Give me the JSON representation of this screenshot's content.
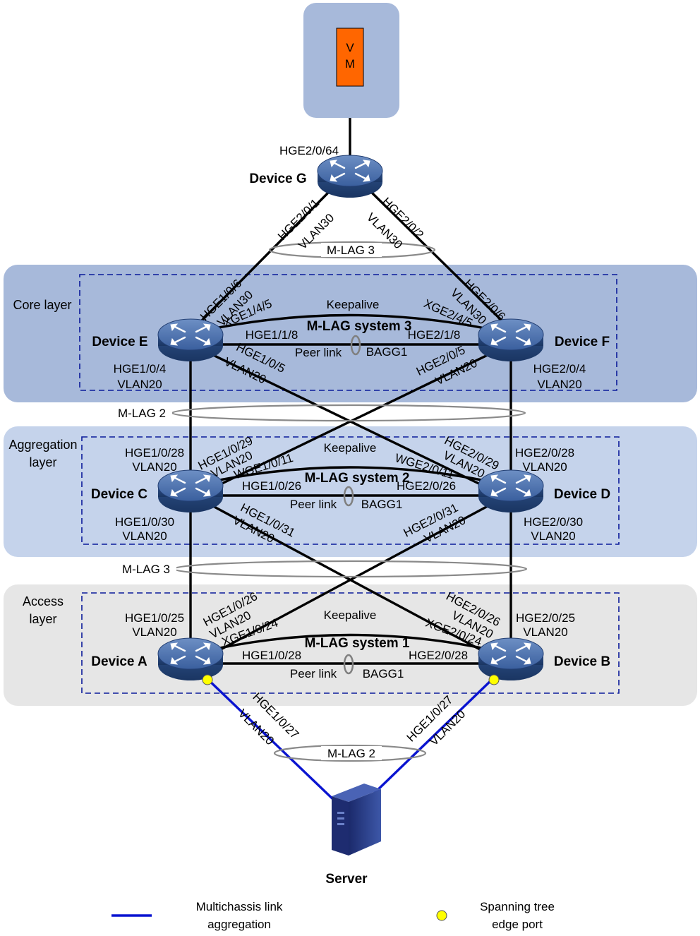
{
  "vm": {
    "label_1": "V",
    "label_2": "M"
  },
  "devices": {
    "g": "Device G",
    "e": "Device E",
    "f": "Device F",
    "c": "Device C",
    "d": "Device D",
    "a": "Device A",
    "b": "Device B",
    "server": "Server"
  },
  "layers": {
    "core": "Core layer",
    "aggregation_1": "Aggregation",
    "aggregation_2": "layer",
    "access_1": "Access",
    "access_2": "layer"
  },
  "ports": {
    "g_up": "HGE2/0/64",
    "g_left": "HGE2/0/1",
    "g_left_vlan": "VLAN30",
    "g_right": "HGE2/0/2",
    "g_right_vlan": "VLAN30",
    "e_up": "HGE1/0/6",
    "e_up_vlan": "VLAN30",
    "f_up": "HGE2/0/6",
    "f_up_vlan": "VLAN30",
    "e_keep": "XGE1/4/5",
    "f_keep": "XGE2/4/5",
    "e_peer": "HGE1/1/8",
    "f_peer": "HGE2/1/8",
    "e_cross": "HGE1/0/5",
    "e_cross_vlan": "VLAN20",
    "f_cross": "HGE2/0/5",
    "f_cross_vlan": "VLAN20",
    "e_down": "HGE1/0/4",
    "e_down_vlan": "VLAN20",
    "f_down": "HGE2/0/4",
    "f_down_vlan": "VLAN20",
    "c_up": "HGE1/0/28",
    "c_up_vlan": "VLAN20",
    "d_up": "HGE2/0/28",
    "d_up_vlan": "VLAN20",
    "c_cross_up": "HGE1/0/29",
    "c_cross_up_vlan": "VLAN20",
    "d_cross_up": "HGE2/0/29",
    "d_cross_up_vlan": "VLAN20",
    "c_keep": "WGE1/0/11",
    "d_keep": "WGE2/0/11",
    "c_peer": "HGE1/0/26",
    "d_peer": "HGE2/0/26",
    "c_cross_down": "HGE1/0/31",
    "c_cross_down_vlan": "VLAN20",
    "d_cross_down": "HGE2/0/31",
    "d_cross_down_vlan": "VLAN20",
    "c_down": "HGE1/0/30",
    "c_down_vlan": "VLAN20",
    "d_down": "HGE2/0/30",
    "d_down_vlan": "VLAN20",
    "a_up": "HGE1/0/25",
    "a_up_vlan": "VLAN20",
    "b_up": "HGE2/0/25",
    "b_up_vlan": "VLAN20",
    "a_cross": "HGE1/0/26",
    "a_cross_vlan": "VLAN20",
    "b_cross": "HGE2/0/26",
    "b_cross_vlan": "VLAN20",
    "a_keep": "XGE1/0/24",
    "b_keep": "XGE2/0/24",
    "a_peer": "HGE1/0/28",
    "b_peer": "HGE2/0/28",
    "a_server": "HGE1/0/27",
    "a_server_vlan": "VLAN20",
    "b_server": "HGE1/0/27",
    "b_server_vlan": "VLAN20"
  },
  "links": {
    "keepalive": "Keepalive",
    "peer_link": "Peer link",
    "bagg": "BAGG1",
    "system_3": "M-LAG system 3",
    "system_2": "M-LAG system 2",
    "system_1": "M-LAG system 1"
  },
  "groups": {
    "top": "M-LAG 3",
    "core_agg": "M-LAG 2",
    "agg_access": "M-LAG 3",
    "server": "M-LAG 2"
  },
  "legend": {
    "mlag_1": "Multichassis link",
    "mlag_2": "aggregation",
    "edge_1": "Spanning tree",
    "edge_2": "edge port"
  },
  "colors": {
    "core_band": "#a7b9da",
    "agg_band": "#c5d3eb",
    "access_band": "#e6e6e6",
    "vm_box": "#ff6600",
    "mlag_line": "#0a14d0",
    "edge_port": "#ffff00",
    "dashed_box": "#0a1a9a"
  }
}
